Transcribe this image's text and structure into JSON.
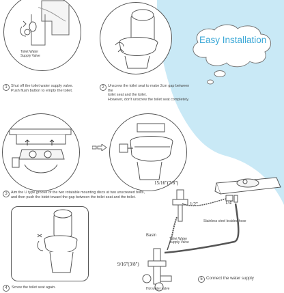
{
  "header": {
    "title": "Easy Installation"
  },
  "colors": {
    "accent": "#3aa7d6",
    "blob": "#c9e9f6",
    "line": "#555555"
  },
  "steps": [
    {
      "num": "1",
      "line1": "Shut off the toilet water supply valve.",
      "line2": "Push flush button to empty the toilet."
    },
    {
      "num": "2",
      "line1": "Unscrew the toilet seat to make 2cm gap between the",
      "line2": "toilet seat and the toilet.",
      "line3": "However, don't unscrew the toilet seat completely."
    },
    {
      "num": "3",
      "line1": "Aim the U type groove of the two rotatable mounting discs at two unscrewed bolts,",
      "line2": "and then push the bidet toward the gap between the toilet seat and the toilet."
    },
    {
      "num": "4",
      "line1": "Screw the toilet seat again."
    },
    {
      "num": "5",
      "line1": "Connect the water supply"
    }
  ],
  "labels": {
    "valve1": "Toilet Water",
    "valve2": "Supply Valve",
    "m_15_16": "15/16\"(7/8\")",
    "m_1_2": "1/2\"",
    "m_1_4": "1/4\"",
    "m_9_16": "9/16\"(3/8\")",
    "hose": "Stainless steel braided hose",
    "supply1": "Toilet Water",
    "supply2": "Supply Valve",
    "basin": "Basin",
    "hot": "Hot water valve"
  }
}
